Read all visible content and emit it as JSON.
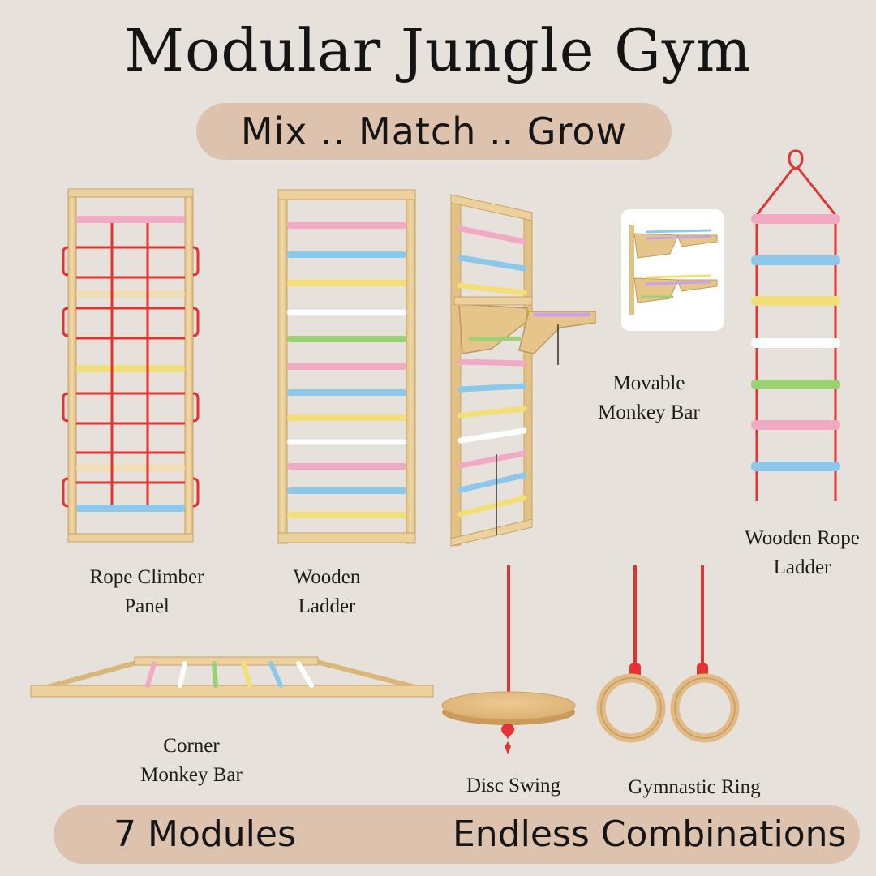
{
  "title": "Modular Jungle Gym",
  "tagline": "Mix .. Match .. Grow",
  "footer": {
    "left": "7 Modules",
    "right": "Endless Combinations"
  },
  "modules": {
    "rope_climber": "Rope Climber\nPanel",
    "wooden_ladder": "Wooden\nLadder",
    "movable_monkey_bar": "Movable\nMonkey Bar",
    "rope_ladder": "Wooden Rope\nLadder",
    "corner_monkey_bar": "Corner\nMonkey Bar",
    "disc_swing": "Disc Swing",
    "gymnastic_ring": "Gymnastic Ring"
  },
  "colors": {
    "background": "#e6e1da",
    "pill": "#ddc2ae",
    "wood": "#ecd19c",
    "rope": "#e53232",
    "pink": "#f2a9c3",
    "blue": "#8cc8ea",
    "yellow": "#f3df7a",
    "white": "#ffffff",
    "green": "#9bd175"
  }
}
